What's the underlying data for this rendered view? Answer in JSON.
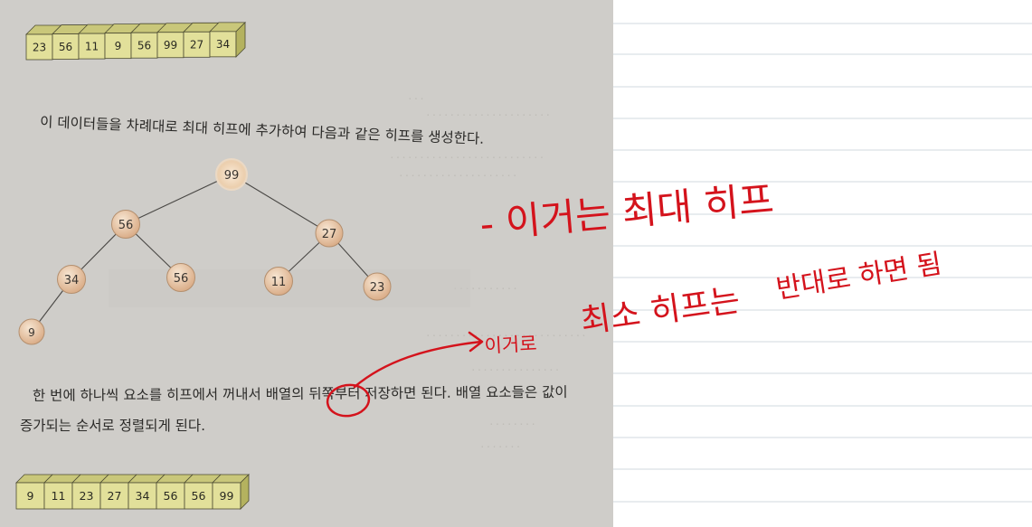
{
  "top_array": {
    "values": [
      "23",
      "56",
      "11",
      "9",
      "56",
      "99",
      "27",
      "34"
    ]
  },
  "paragraph1": "이 데이터들을 차례대로 최대 히프에 추가하여 다음과 같은 히프를 생성한다.",
  "heap": {
    "n_root": "99",
    "n_l": "56",
    "n_r": "27",
    "n_ll": "34",
    "n_lr": "56",
    "n_rl": "11",
    "n_rr": "23",
    "n_lll": "9"
  },
  "paragraph2_line1": "한 번에 하나씩 요소를 히프에서 꺼내서 배열의 뒤쪽부터 저장하면 된다. 배열 요소들은 값이",
  "paragraph2_line2": "증가되는 순서로 정렬되게 된다.",
  "bottom_array": {
    "values": [
      "9",
      "11",
      "23",
      "27",
      "34",
      "56",
      "56",
      "99"
    ]
  },
  "annotations": {
    "note1": "- 이거는 최대 히프",
    "note2a": "최소 히프는",
    "note2b": "반대로 하면 됨",
    "arrow_label": "이거로"
  },
  "colors": {
    "photo_bg": "#d4d2cd",
    "box_front": "#e2e09a",
    "box_top": "#c9c77a",
    "box_side": "#b4b25f",
    "node_fill": "#e8c9a8",
    "node_stroke": "#b89370",
    "ink_red": "#d4131c",
    "note_lines": "#dfe3e8"
  }
}
